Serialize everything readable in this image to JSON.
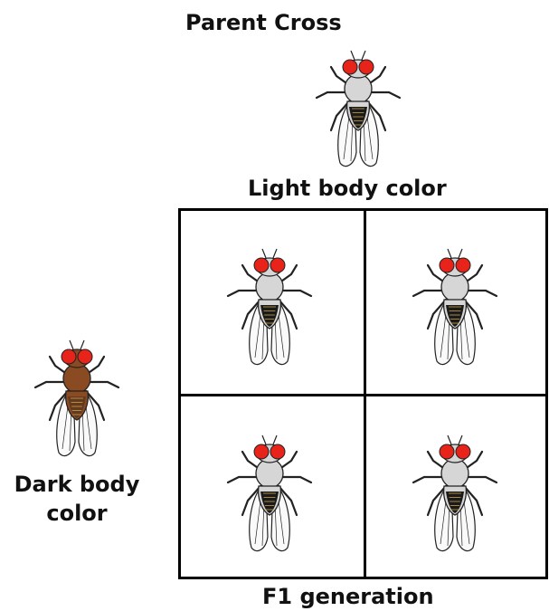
{
  "labels": {
    "parent_cross": "Parent Cross",
    "light_body": "Light body color",
    "dark_body_line1": "Dark body",
    "dark_body_line2": "color",
    "f1": "F1 generation"
  },
  "colors": {
    "eye": "#e8231a",
    "light_body": "#d6d6d6",
    "dark_body": "#8a4a22",
    "abdomen_dark": "#1a1a1a",
    "outline": "#222222"
  }
}
